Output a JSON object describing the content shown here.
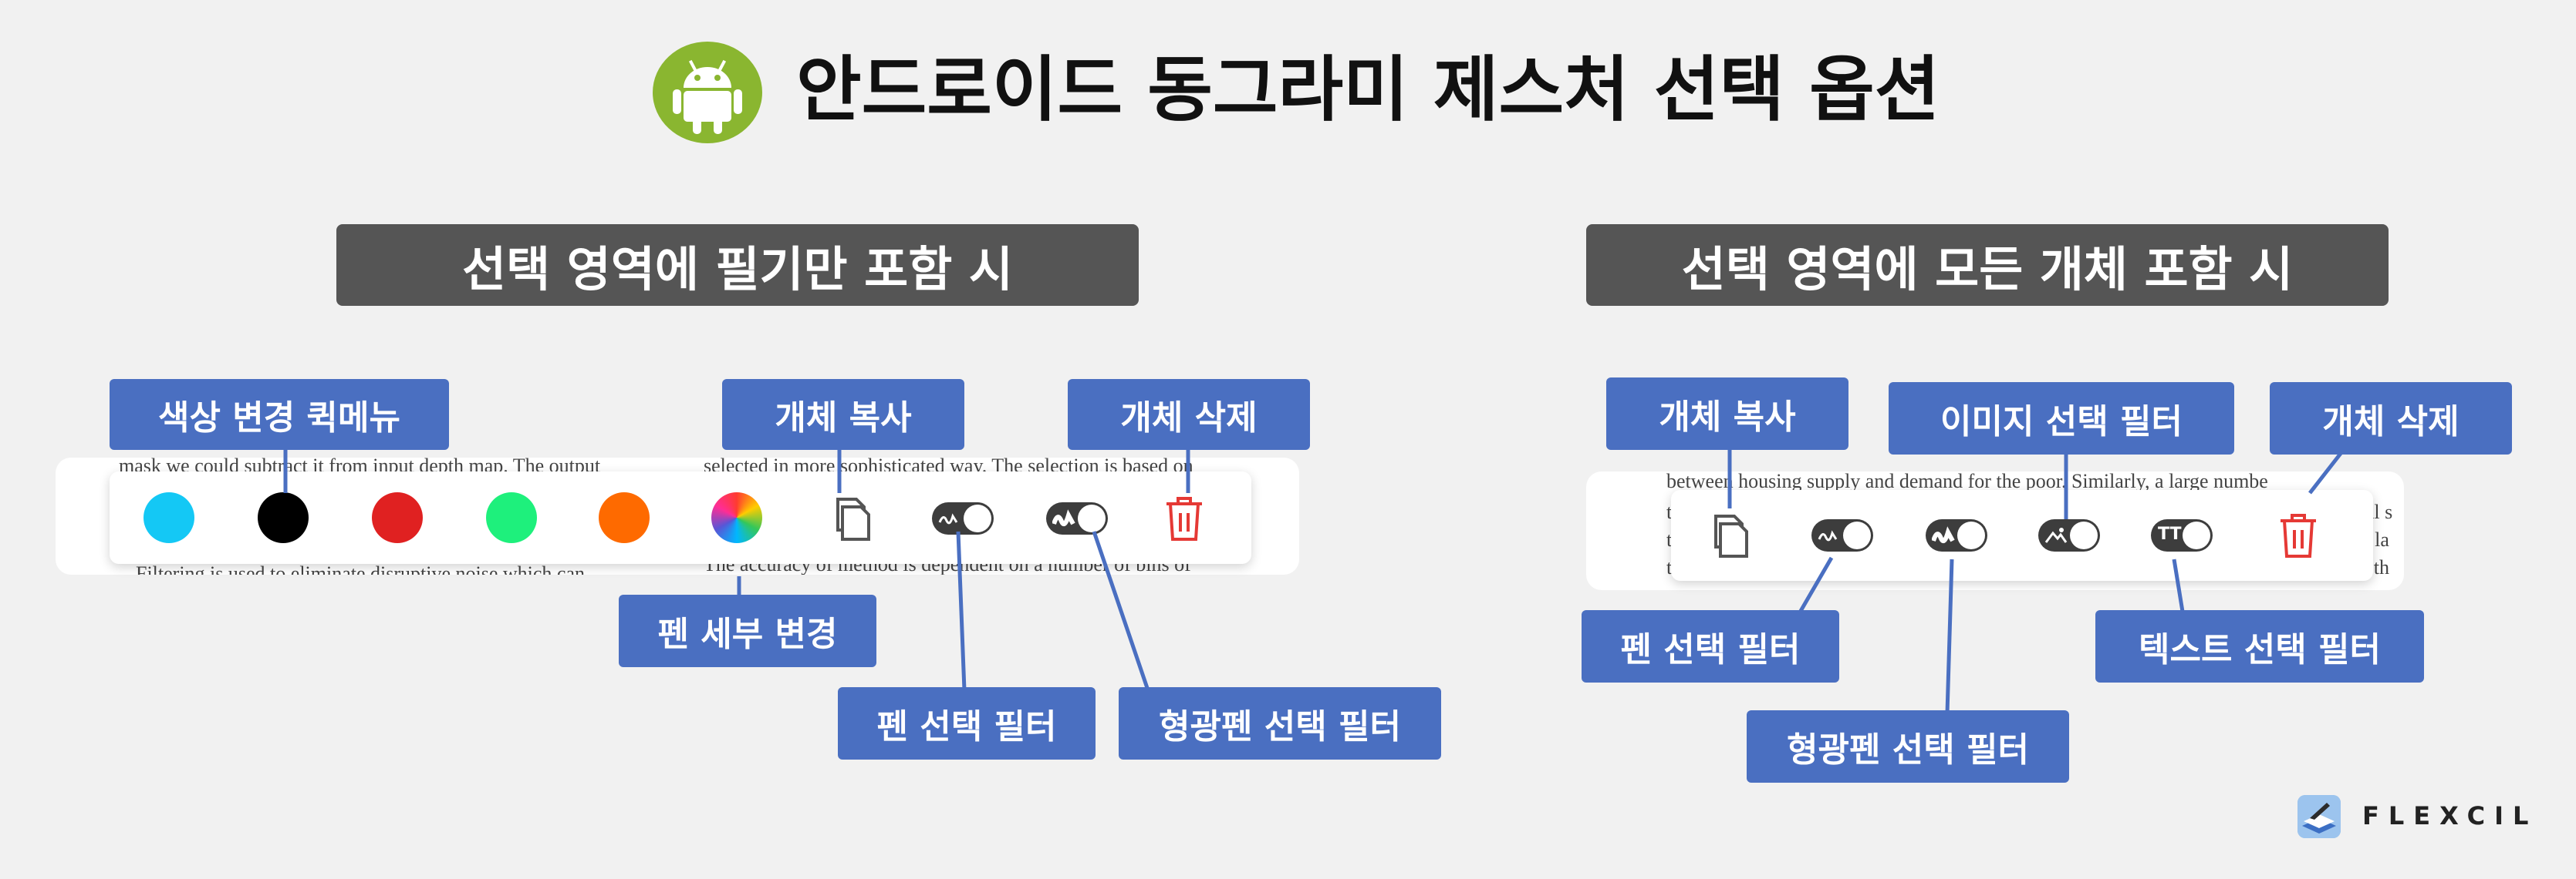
{
  "title": "안드로이드 동그라미 제스처 선택 옵션",
  "left": {
    "banner": "선택 영역에 필기만 포함 시",
    "doc_lines": [
      "mask we could subtract it from input depth map. The output",
      "Filtering is used to eliminate disruptive noise which can",
      "selected in more sophisticated way. The selection is based on",
      "The accuracy of method is dependent on a number of bins of"
    ],
    "colors": [
      "#14c8f5",
      "#000000",
      "#e02121",
      "#1ef07c",
      "#fe6a00"
    ],
    "labels": {
      "color_quick_menu": "색상 변경 퀵메뉴",
      "copy": "개체 복사",
      "delete": "개체 삭제",
      "pen_detail": "펜 세부 변경",
      "pen_filter": "펜 선택 필터",
      "highlighter_filter": "형광펜 선택 필터"
    }
  },
  "right": {
    "banner": "선택 영역에 모든 개체 포함 시",
    "doc_lines": [
      "between housing supply and demand for the poor. Similarly, a large numbe",
      "rial s",
      "of la",
      "in th",
      "t",
      "t",
      "t"
    ],
    "labels": {
      "copy": "개체 복사",
      "image_filter": "이미지 선택 필터",
      "delete": "개체 삭제",
      "pen_filter": "펜 선택 필터",
      "text_filter": "텍스트 선택 필터",
      "highlighter_filter": "형광펜 선택 필터"
    },
    "text_toggle_glyph": "TT"
  },
  "brand": "FLEXCIL",
  "accent": "#4a6fc1"
}
